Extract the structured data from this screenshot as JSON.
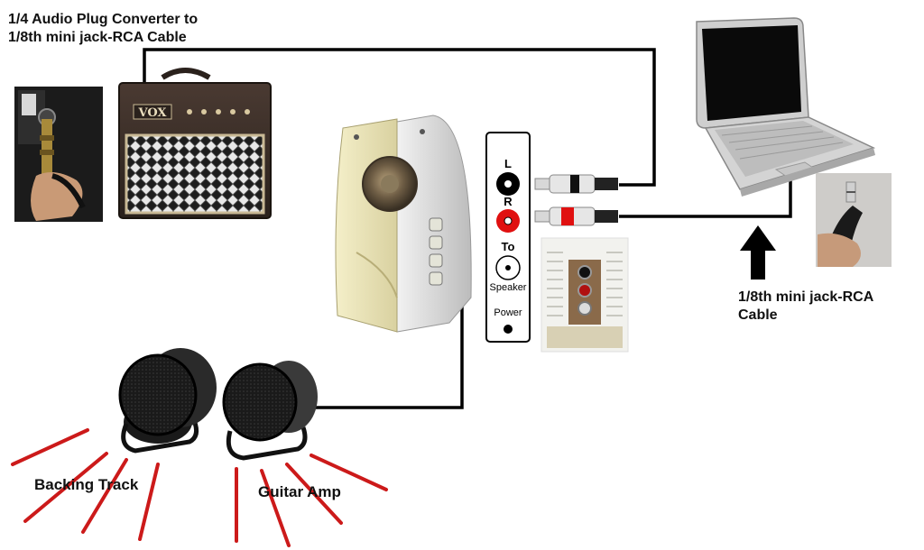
{
  "labels": {
    "top_left_line1": "1/4 Audio Plug Converter to",
    "top_left_line2": "1/8th mini jack-RCA Cable",
    "right_line1": "1/8th mini jack-RCA",
    "right_line2": "Cable",
    "backing_track": "Backing Track",
    "guitar_amp": "Guitar Amp"
  },
  "panel": {
    "left": "L",
    "right": "R",
    "to": "To",
    "speaker": "Speaker",
    "power": "Power"
  },
  "amp": {
    "brand": "VOX"
  },
  "colors": {
    "cable": "#000000",
    "rays": "#cc1a1a",
    "rca_red": "#e01010",
    "speaker_cream": "#efe8b4"
  }
}
